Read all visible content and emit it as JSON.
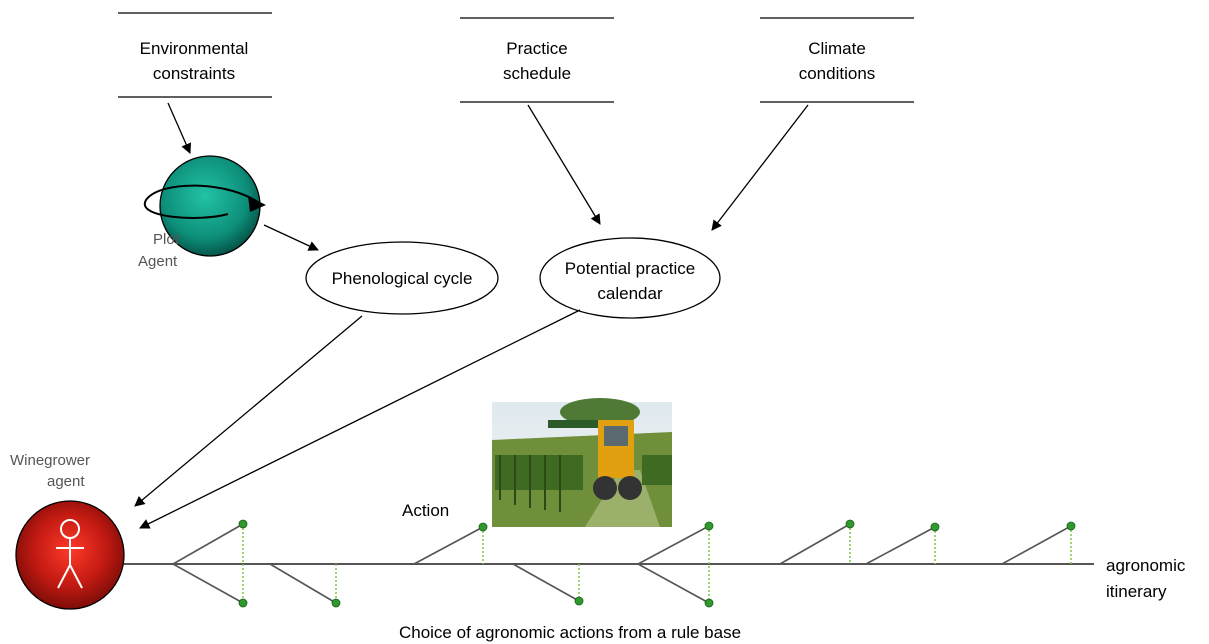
{
  "data_stores": {
    "environmental": {
      "line1": "Environmental",
      "line2": "constraints"
    },
    "practice": {
      "line1": "Practice",
      "line2": "schedule"
    },
    "climate": {
      "line1": "Climate",
      "line2": "conditions"
    }
  },
  "processes": {
    "phenological": {
      "label": "Phenological cycle"
    },
    "calendar": {
      "line1": "Potential practice",
      "line2": "calendar"
    }
  },
  "agents": {
    "plot": {
      "line1": "Plot",
      "line2": "Agent"
    },
    "winegrower": {
      "line1": "Winegrower",
      "line2": "agent"
    }
  },
  "timeline": {
    "action_label": "Action",
    "end_label_line1": "agronomic",
    "end_label_line2": "itinerary",
    "caption": "Choice of agronomic actions from a rule base"
  },
  "photo": {
    "subject": "vineyard-tractor-photo"
  },
  "colors": {
    "plot_agent": "#0d8f7a",
    "winegrower_agent": "#c21a12",
    "node_green": "#2e9a2e",
    "timeline_line": "#555555"
  }
}
